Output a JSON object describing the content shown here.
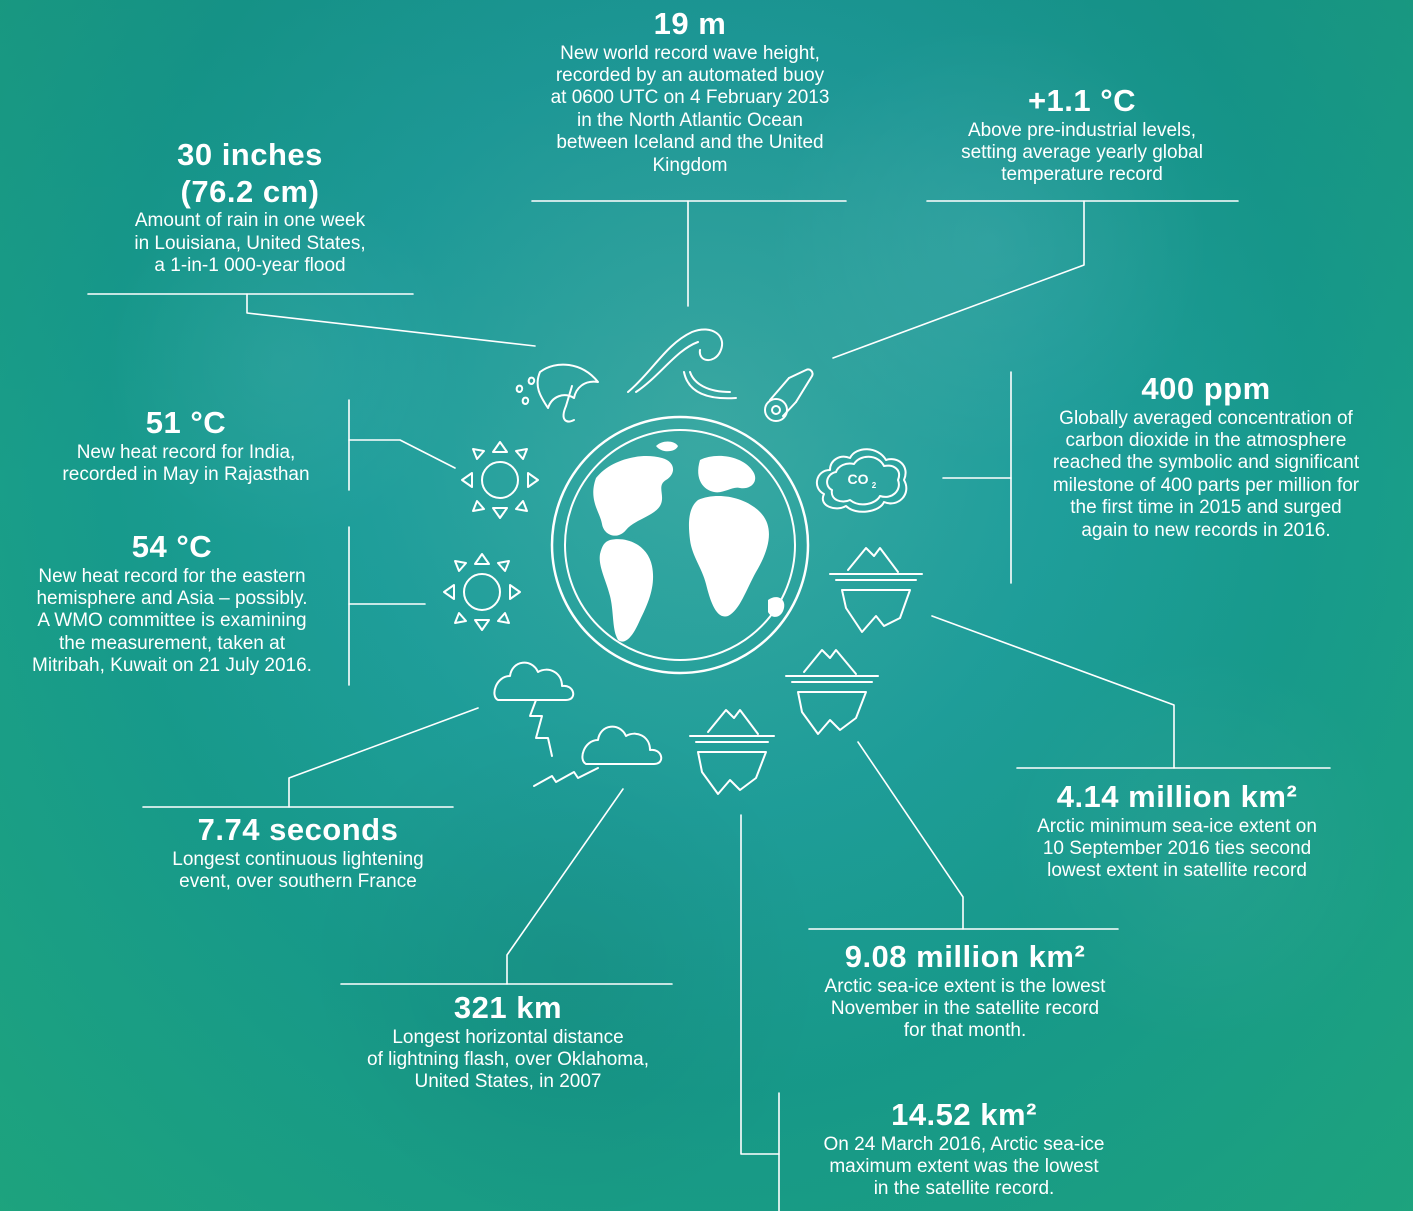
{
  "records": {
    "wave": {
      "value": "19 m",
      "lines": [
        "New world record wave height,",
        "recorded by an automated buoy",
        "at 0600 UTC on 4 February 2013",
        "in the North Atlantic Ocean",
        "between Iceland and the United",
        "Kingdom"
      ]
    },
    "temperature": {
      "value": "+1.1 °C",
      "lines": [
        "Above pre-industrial levels,",
        "setting average yearly global",
        "temperature record"
      ]
    },
    "rain": {
      "value_lines": [
        "30 inches",
        "(76.2 cm)"
      ],
      "lines": [
        "Amount of rain in one week",
        "in Louisiana, United States,",
        "a 1-in-1 000-year flood"
      ]
    },
    "co2": {
      "value": "400 ppm",
      "lines": [
        "Globally averaged concentration of",
        "carbon dioxide in the atmosphere",
        "reached the symbolic and significant",
        "milestone of 400 parts per million for",
        "the first time in 2015 and surged",
        "again to new records in 2016."
      ]
    },
    "india": {
      "value": "51 °C",
      "lines": [
        "New heat record for India,",
        "recorded in May in Rajasthan"
      ]
    },
    "kuwait": {
      "value": "54 °C",
      "lines": [
        "New heat record for the eastern",
        "hemisphere and Asia – possibly.",
        "A WMO committee is examining",
        "the measurement, taken at",
        "Mitribah, Kuwait on 21 July 2016."
      ]
    },
    "arctic_min": {
      "value": "4.14 million km²",
      "lines": [
        "Arctic minimum sea-ice extent on",
        "10 September 2016 ties second",
        "lowest extent in satellite record"
      ]
    },
    "lightning_duration": {
      "value": "7.74 seconds",
      "lines": [
        "Longest continuous lightening",
        "event, over southern France"
      ]
    },
    "arctic_nov": {
      "value": "9.08 million km²",
      "lines": [
        "Arctic sea-ice extent is the lowest",
        "November in the satellite record",
        "for that month."
      ]
    },
    "lightning_distance": {
      "value": "321 km",
      "lines": [
        "Longest horizontal distance",
        "of lightning flash, over Oklahoma,",
        "United States, in 2007"
      ]
    },
    "arctic_max": {
      "value": "14.52 km²",
      "lines": [
        "On 24 March 2016, Arctic sea-ice",
        "maximum extent was the lowest",
        "in the satellite record."
      ]
    }
  },
  "icons": {
    "co2_label": "CO",
    "co2_sub": "2"
  }
}
